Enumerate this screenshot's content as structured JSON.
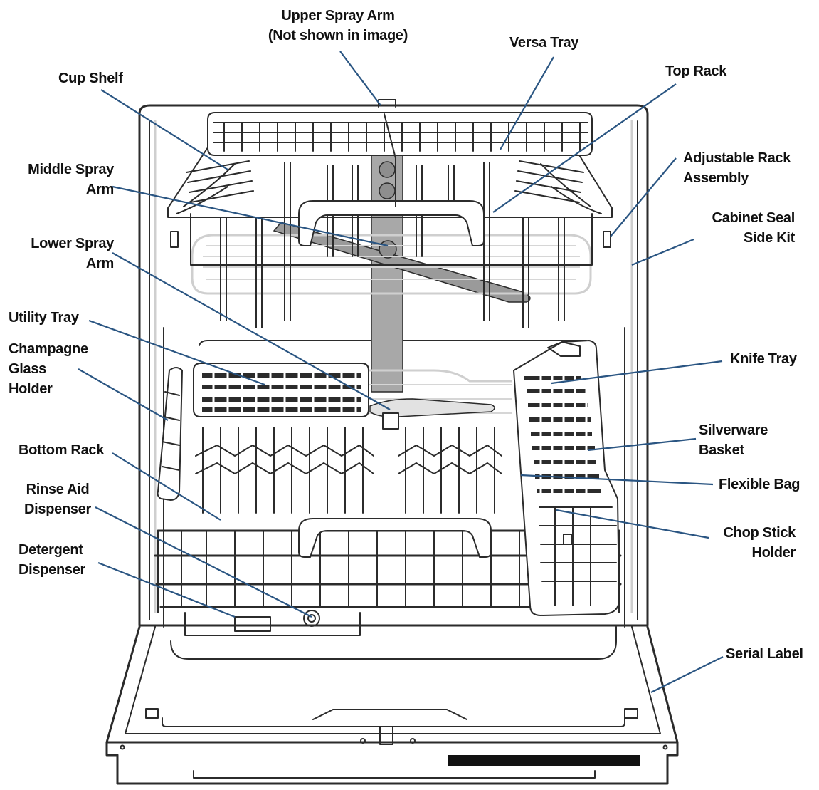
{
  "diagram": {
    "labels": {
      "upper_spray_arm": [
        "Upper Spray Arm",
        "(Not shown in image)"
      ],
      "versa_tray": [
        "Versa Tray"
      ],
      "top_rack": [
        "Top Rack"
      ],
      "cup_shelf": [
        "Cup Shelf"
      ],
      "adjustable_rack_assembly": [
        "Adjustable Rack",
        "Assembly"
      ],
      "middle_spray_arm": [
        "Middle Spray",
        "Arm"
      ],
      "cabinet_seal_side_kit": [
        "Cabinet Seal",
        "Side Kit"
      ],
      "lower_spray_arm": [
        "Lower Spray",
        "Arm"
      ],
      "utility_tray": [
        "Utility Tray"
      ],
      "champagne_glass_holder": [
        "Champagne",
        "Glass",
        "Holder"
      ],
      "knife_tray": [
        "Knife Tray"
      ],
      "silverware_basket": [
        "Silverware",
        "Basket"
      ],
      "bottom_rack": [
        "Bottom Rack"
      ],
      "flexible_bag": [
        "Flexible Bag"
      ],
      "rinse_aid_dispenser": [
        "Rinse Aid",
        "Dispenser"
      ],
      "chop_stick_holder": [
        "Chop Stick",
        "Holder"
      ],
      "detergent_dispenser": [
        "Detergent",
        "Dispenser"
      ],
      "serial_label": [
        "Serial Label"
      ]
    },
    "colors": {
      "leader_line": "#2a5582",
      "outline": "#2b2b2b",
      "shading": "#cfcfcf"
    }
  }
}
